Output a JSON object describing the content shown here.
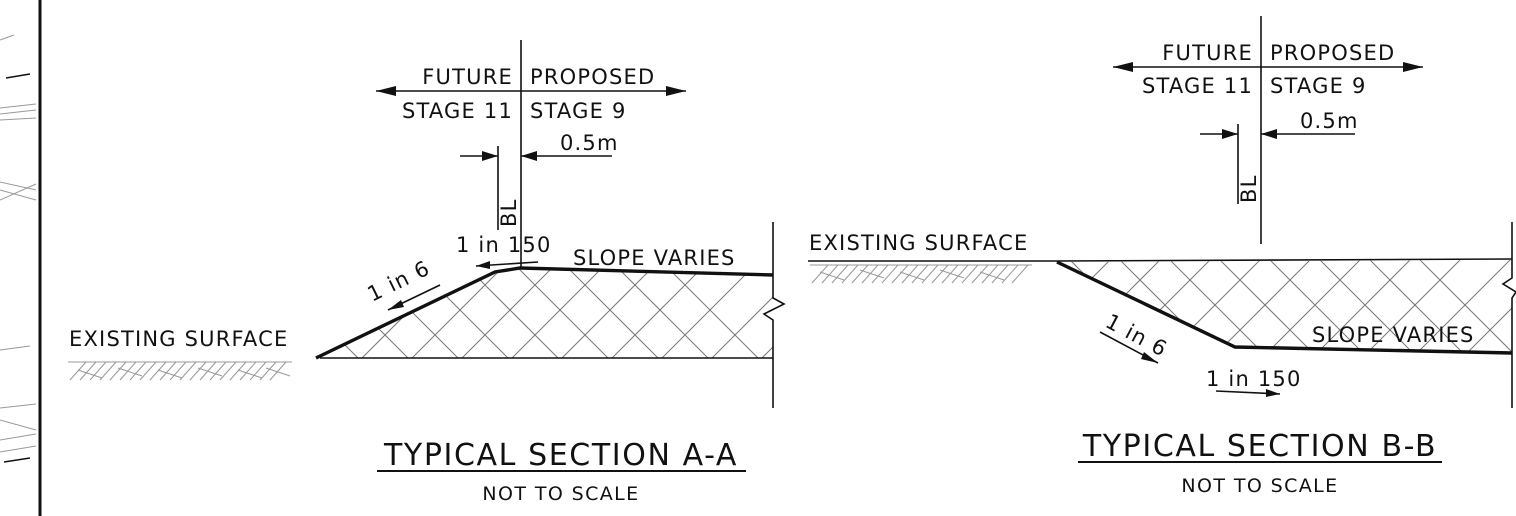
{
  "section_a": {
    "stage_left_top": "FUTURE",
    "stage_right_top": "PROPOSED",
    "stage_left_bottom": "STAGE 11",
    "stage_right_bottom": "STAGE 9",
    "offset": "0.5m",
    "baseline": "BL",
    "slope_steep": "1 in 6",
    "slope_crossfall": "1 in 150",
    "slope_varies": "SLOPE VARIES",
    "existing_surface": "EXISTING SURFACE",
    "title": "TYPICAL SECTION A-A",
    "scale_note": "NOT TO SCALE"
  },
  "section_b": {
    "stage_left_top": "FUTURE",
    "stage_right_top": "PROPOSED",
    "stage_left_bottom": "STAGE 11",
    "stage_right_bottom": "STAGE 9",
    "offset": "0.5m",
    "baseline": "BL",
    "slope_steep": "1 in 6",
    "slope_crossfall": "1 in 150",
    "slope_varies": "SLOPE VARIES",
    "existing_surface": "EXISTING SURFACE",
    "title": "TYPICAL SECTION B-B",
    "scale_note": "NOT TO SCALE"
  }
}
